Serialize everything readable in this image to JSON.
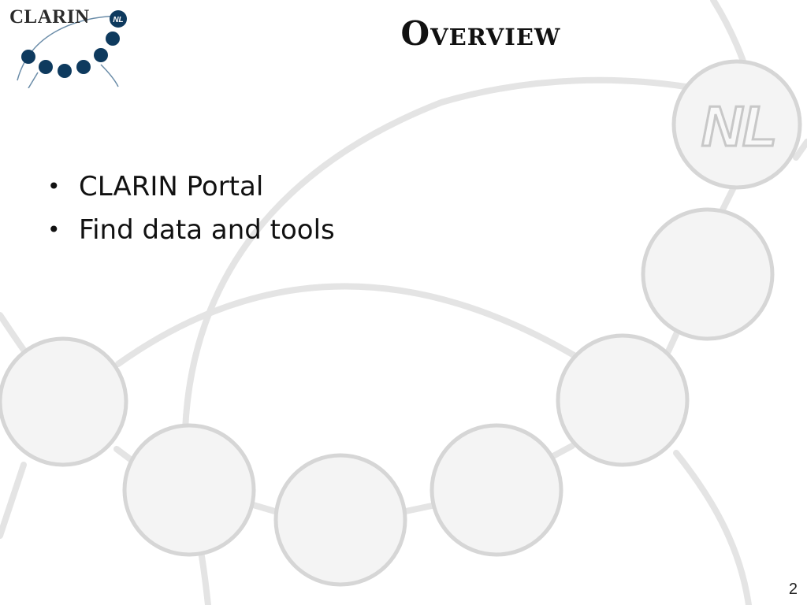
{
  "logo": {
    "text": "CLARIN",
    "badge": "NL"
  },
  "background": {
    "badge": "NL"
  },
  "slide": {
    "title": "Overview",
    "bullets": [
      "CLARIN Portal",
      "Find data and tools"
    ],
    "page_number": "2"
  }
}
